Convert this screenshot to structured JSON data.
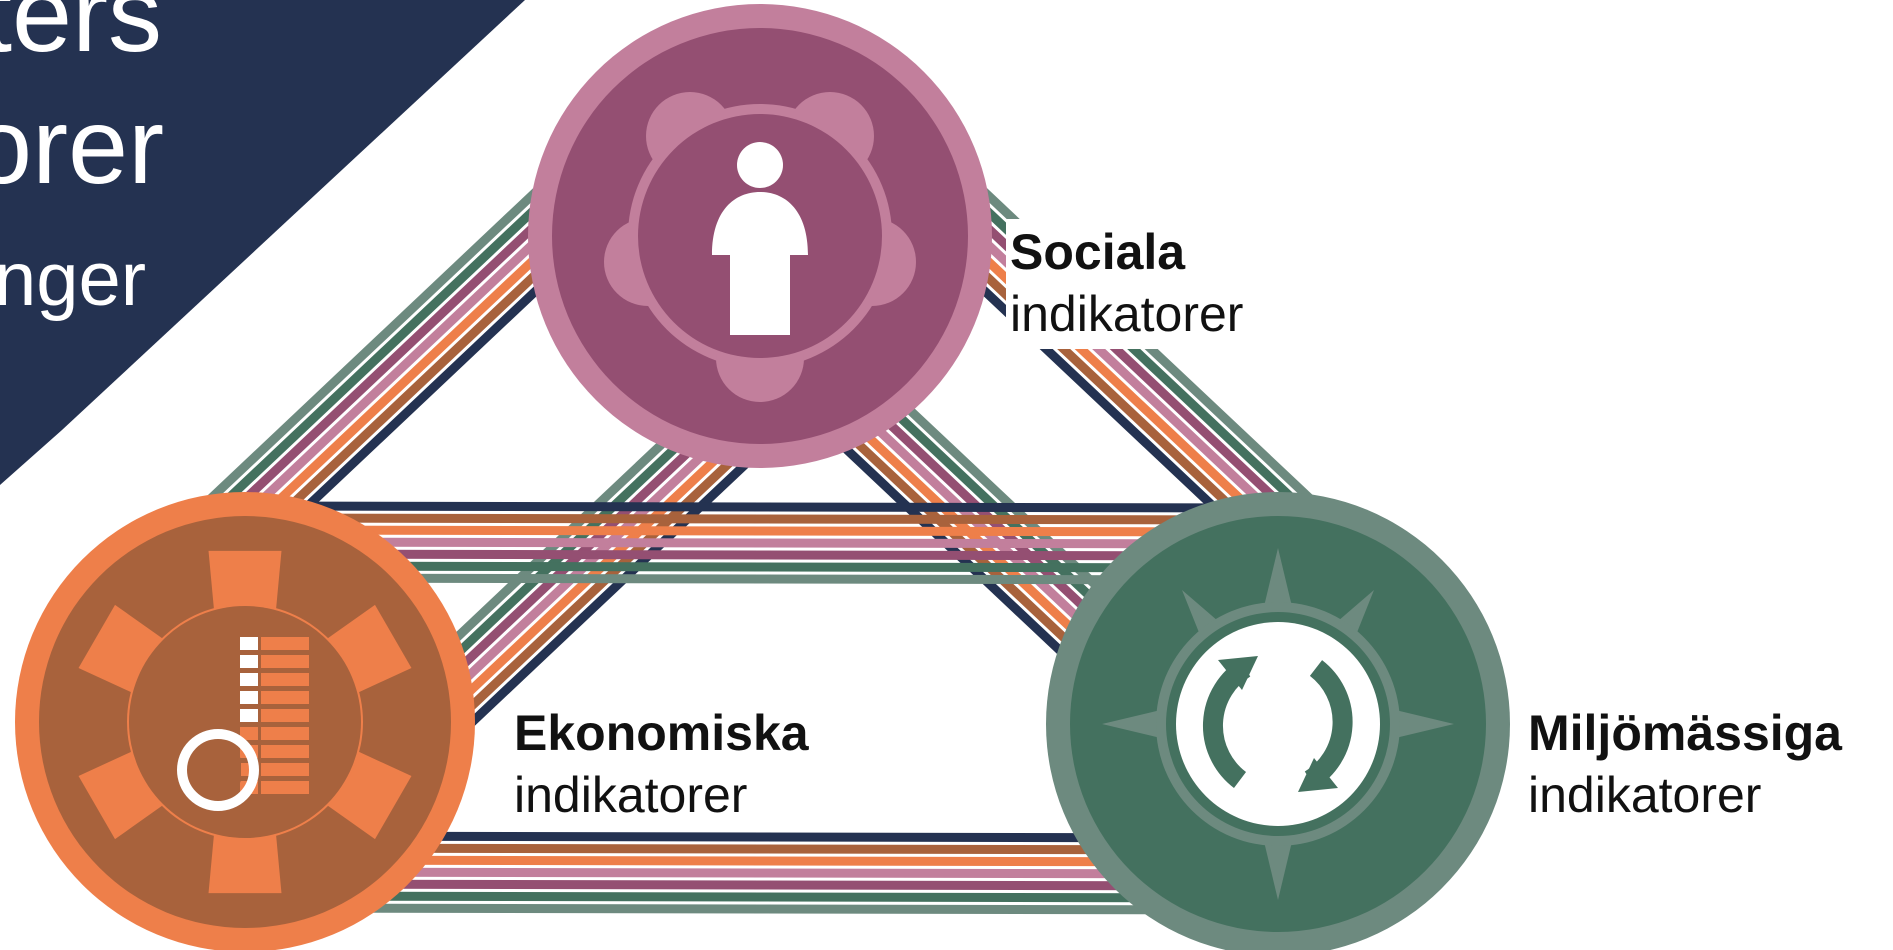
{
  "banner": {
    "line1": "ters",
    "line2": "orer",
    "line3": "nger",
    "color": "#243251"
  },
  "nodes": {
    "social": {
      "title": "Sociala",
      "subtitle": "indikatorer",
      "outer_color": "#c27f9c",
      "inner_color": "#944f72",
      "icon": "person-icon"
    },
    "economic": {
      "title": "Ekonomiska",
      "subtitle": "indikatorer",
      "outer_color": "#ee7f4a",
      "inner_color": "#a8623c",
      "icon": "gear-chart-icon"
    },
    "environmental": {
      "title": "Miljömässiga",
      "subtitle": "indikatorer",
      "outer_color": "#6d8a7f",
      "inner_color": "#44715f",
      "icon": "recycle-arrows-icon"
    }
  },
  "connector_colors": [
    "#243251",
    "#a8623c",
    "#ee7f4a",
    "#c27f9c",
    "#944f72",
    "#44715f",
    "#6d8a7f"
  ]
}
